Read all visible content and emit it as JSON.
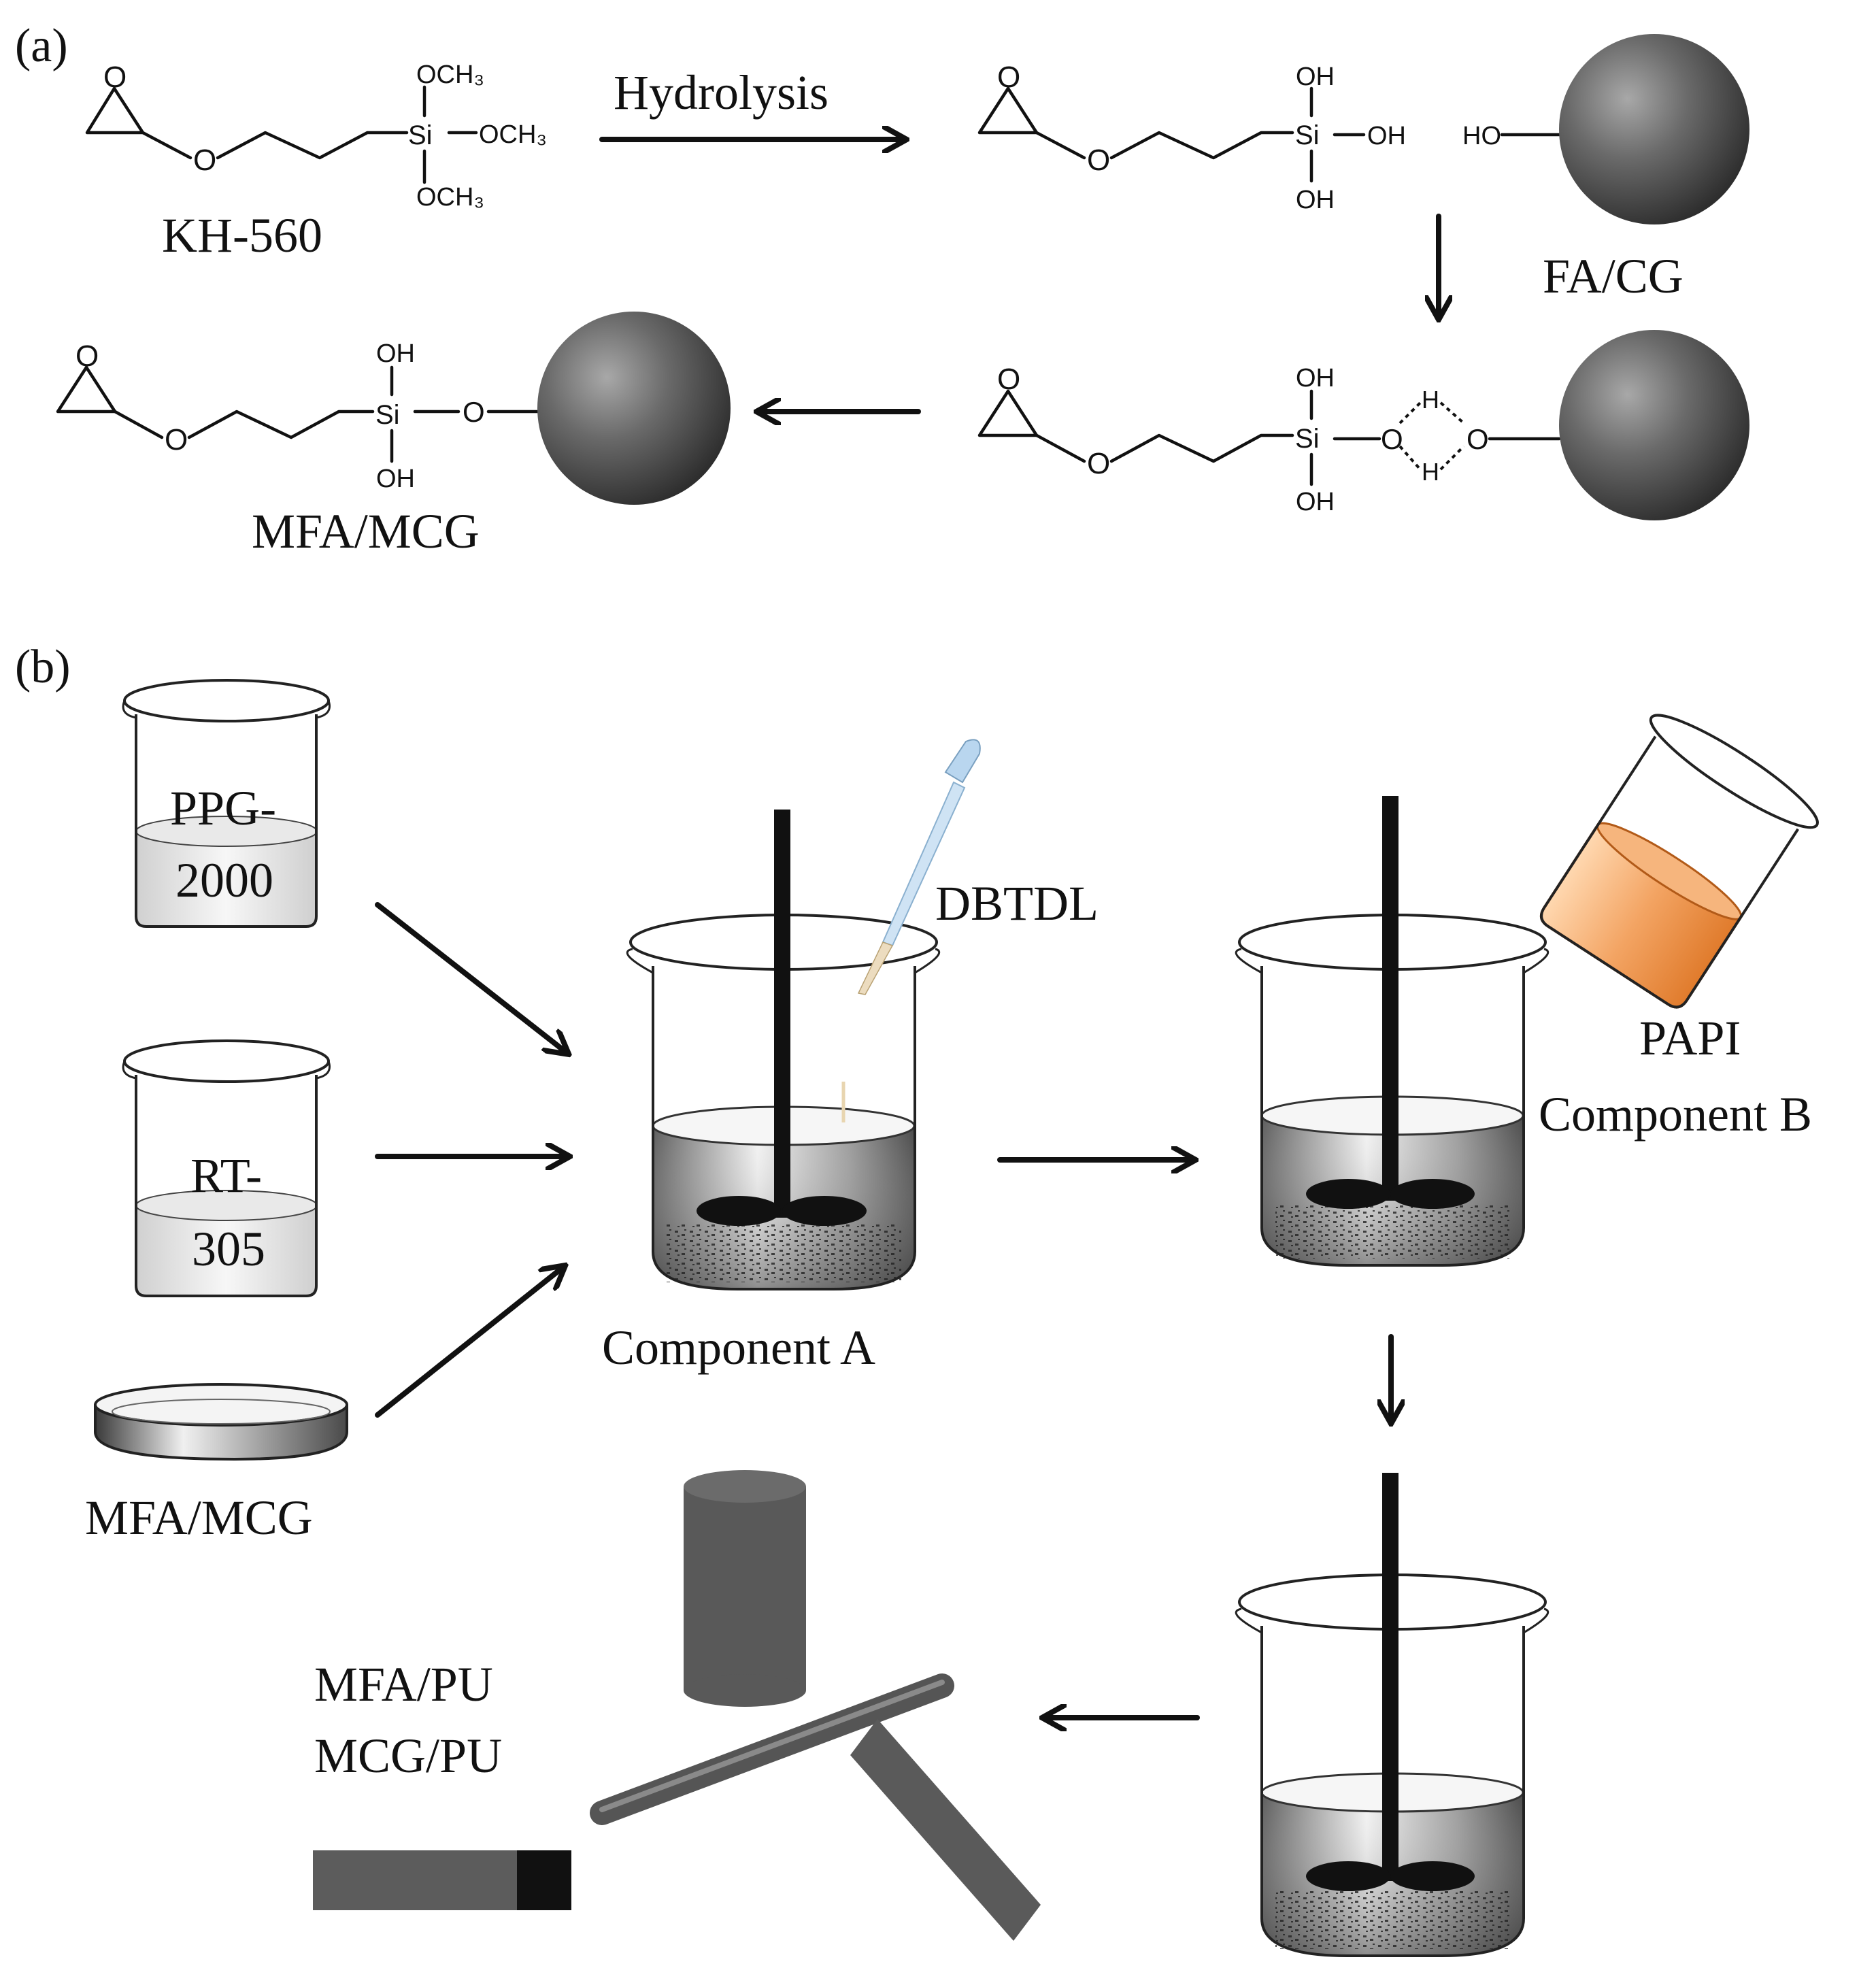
{
  "panel_a": {
    "label": "(a)",
    "step_label": "Hydrolysis",
    "reactant_name": "KH-560",
    "particle_name": "FA/CG",
    "product_name": "MFA/MCG",
    "groups": {
      "methoxy": "OCH₃",
      "silicon": "Si",
      "hydroxyl": "OH",
      "surface_hydroxyl": "HO",
      "oxygen": "O",
      "hydrogen": "H"
    }
  },
  "panel_b": {
    "label": "(b)",
    "beaker_1": [
      "PPG-",
      "2000"
    ],
    "beaker_2": [
      "RT-",
      "305"
    ],
    "dish": "MFA/MCG",
    "catalyst": "DBTDL",
    "component_a": "Component A",
    "component_b": [
      "PAPI",
      "Component B"
    ],
    "products": [
      "MFA/PU",
      "MCG/PU"
    ]
  },
  "colors": {
    "ink": "#111111",
    "sphere_dark": "#3a3a3a",
    "sphere_light": "#9a9a9a",
    "papi_liquid": "#f0a060",
    "papi_edge": "#d2691e",
    "pipette": "#b9d6ef",
    "specimen": "#5a5a5a"
  }
}
